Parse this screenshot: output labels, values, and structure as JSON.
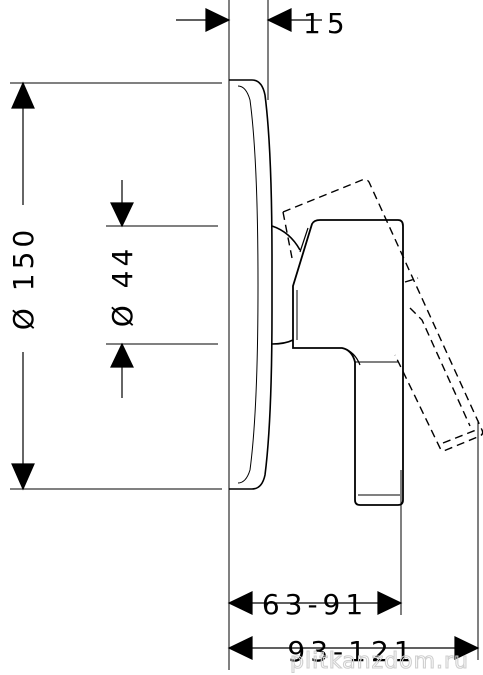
{
  "dimensions": {
    "depth_top": "15",
    "outer_diameter": "Ø 150",
    "inner_diameter": "Ø 44",
    "projection_short": "63-91",
    "projection_long": "93-121"
  },
  "watermark": "plitkanzdom.ru",
  "colors": {
    "line": "#000000",
    "background": "#ffffff",
    "watermark": "#cfcfcf"
  }
}
